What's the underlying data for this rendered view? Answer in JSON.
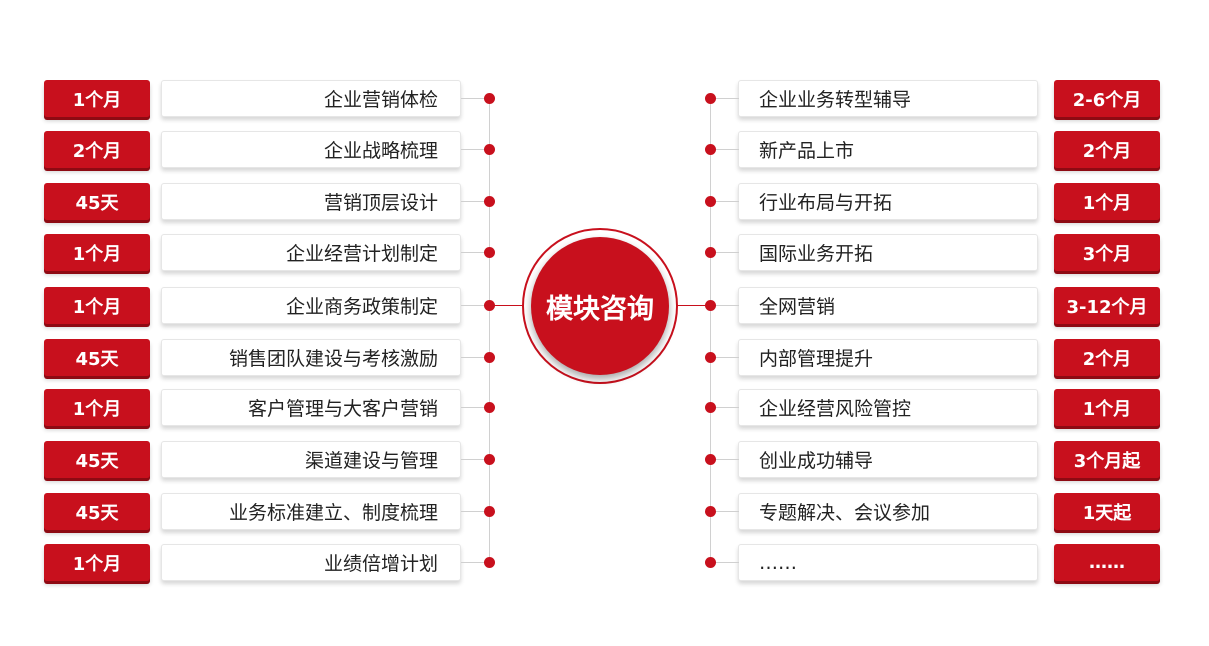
{
  "hub": {
    "label": "模块咨询"
  },
  "colors": {
    "accent": "#c8101d",
    "line": "#d0d0d0",
    "text": "#222222"
  },
  "left_items": [
    {
      "label": "企业营销体检",
      "duration": "1个月"
    },
    {
      "label": "企业战略梳理",
      "duration": "2个月"
    },
    {
      "label": "营销顶层设计",
      "duration": "45天"
    },
    {
      "label": "企业经营计划制定",
      "duration": "1个月"
    },
    {
      "label": "企业商务政策制定",
      "duration": "1个月"
    },
    {
      "label": "销售团队建设与考核激励",
      "duration": "45天"
    },
    {
      "label": "客户管理与大客户营销",
      "duration": "1个月"
    },
    {
      "label": "渠道建设与管理",
      "duration": "45天"
    },
    {
      "label": "业务标准建立、制度梳理",
      "duration": "45天"
    },
    {
      "label": "业绩倍增计划",
      "duration": "1个月"
    }
  ],
  "right_items": [
    {
      "label": "企业业务转型辅导",
      "duration": "2-6个月"
    },
    {
      "label": "新产品上市",
      "duration": "2个月"
    },
    {
      "label": "行业布局与开拓",
      "duration": "1个月"
    },
    {
      "label": "国际业务开拓",
      "duration": "3个月"
    },
    {
      "label": "全网营销",
      "duration": "3-12个月"
    },
    {
      "label": "内部管理提升",
      "duration": "2个月"
    },
    {
      "label": "企业经营风险管控",
      "duration": "1个月"
    },
    {
      "label": "创业成功辅导",
      "duration": "3个月起"
    },
    {
      "label": "专题解决、会议参加",
      "duration": "1天起"
    },
    {
      "label": "……",
      "duration": "……"
    }
  ]
}
